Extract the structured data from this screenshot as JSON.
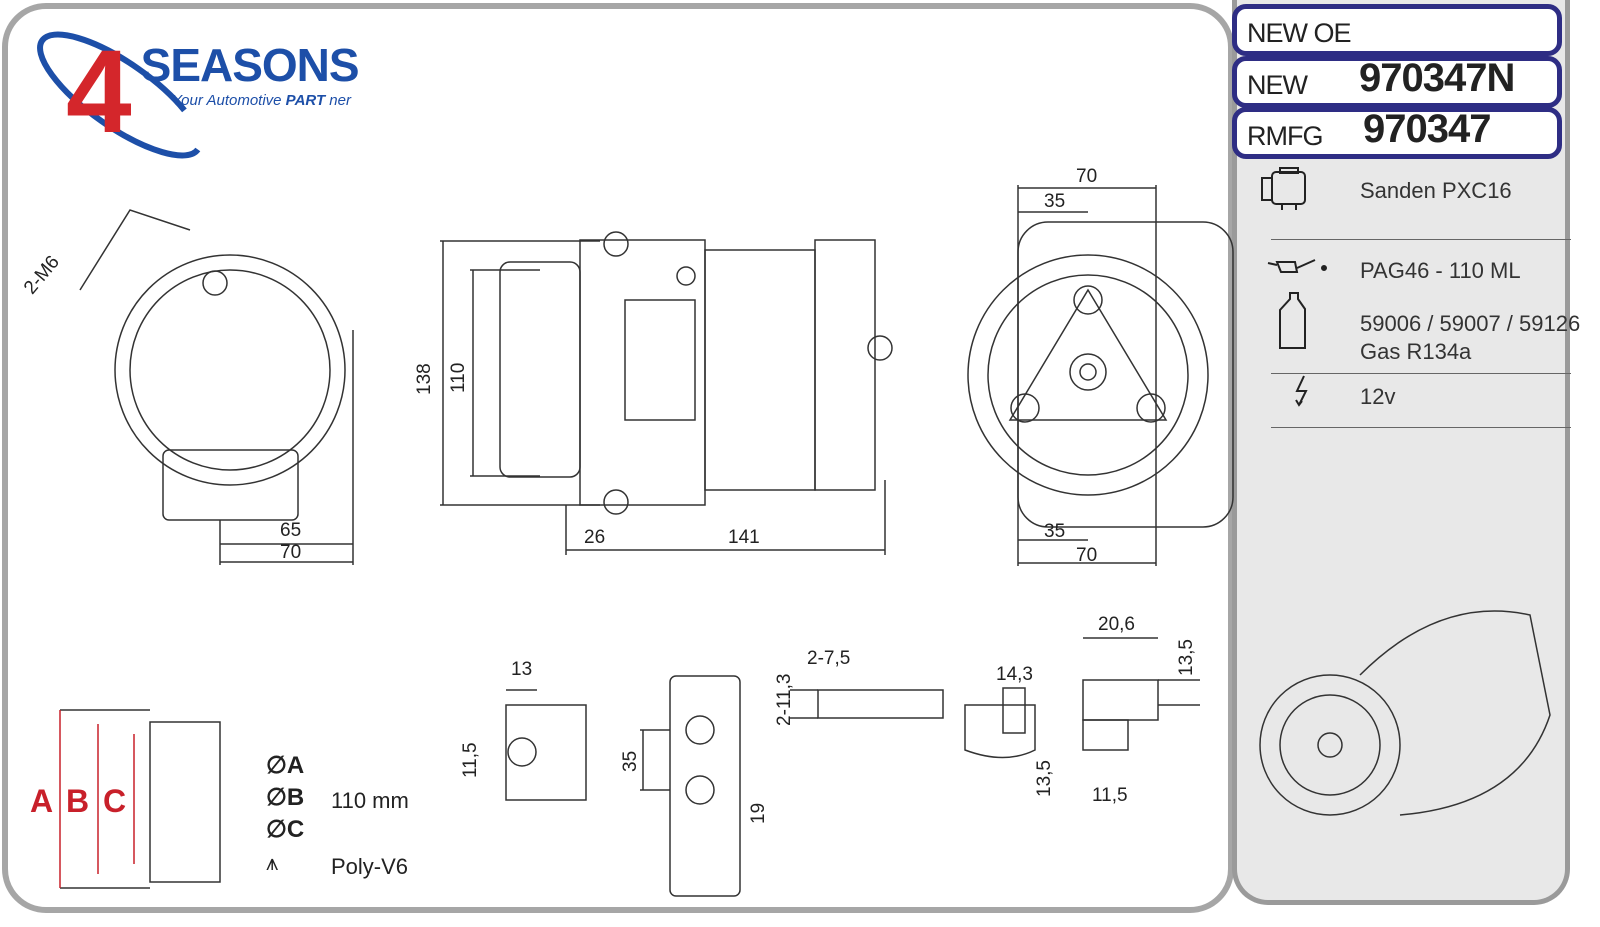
{
  "brand": {
    "name": "4SEASONS",
    "tagline_a": "Your Automotive ",
    "tagline_b": "PART",
    "tagline_c": " ner"
  },
  "parts": {
    "oe_label": "NEW OE",
    "new_label": "NEW",
    "new_number": "970347N",
    "rmfg_label": "RMFG",
    "rmfg_number": "970347"
  },
  "specs": {
    "compressor": "Sanden PXC16",
    "oil": "PAG46 - 110 ML",
    "oil_refs": "59006 / 59007 / 59126",
    "gas": "Gas R134a",
    "voltage": "12v"
  },
  "icons": [
    "compressor-icon",
    "oil-can-icon",
    "oil-bottle-icon",
    "lightning-icon"
  ],
  "dims": {
    "m6": "2-M6",
    "d65": "65",
    "d70a": "70",
    "d138": "138",
    "d110": "110",
    "d26": "26",
    "d141": "141",
    "d70b": "70",
    "d35a": "35",
    "d35b": "35",
    "d70c": "70",
    "d13": "13",
    "d115a": "11,5",
    "d35c": "35",
    "d19": "19",
    "d275": "2-7,5",
    "d2113": "2-11,3",
    "d143": "14,3",
    "d135a": "13,5",
    "d206": "20,6",
    "d135b": "13,5",
    "d115b": "11,5"
  },
  "pulley": {
    "a": "A",
    "b": "B",
    "c": "C",
    "diameter": "110 mm",
    "belt": "Poly-V6"
  },
  "colors": {
    "navy": "#2e2d84",
    "red": "#c8202a",
    "blue": "#1d4fa8"
  }
}
